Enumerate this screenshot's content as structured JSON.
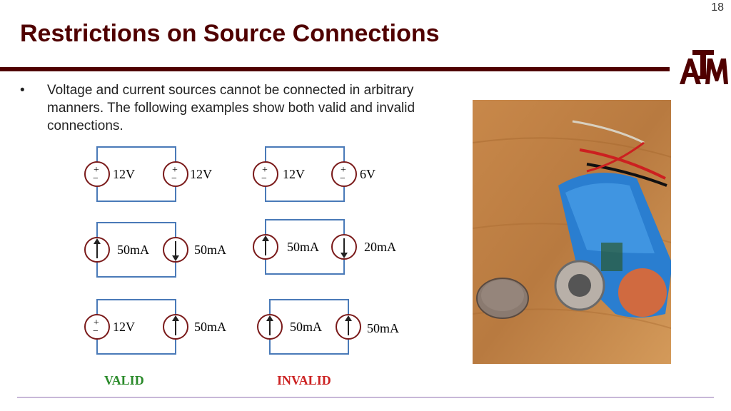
{
  "page_number": "18",
  "title": "Restrictions on Source Connections",
  "logo_text": "ATM",
  "bullet": {
    "marker": "•",
    "text": "Voltage and current sources cannot be connected in arbitrary manners.  The following examples show both valid and invalid connections."
  },
  "circuits": {
    "valid": [
      {
        "left": {
          "kind": "voltage",
          "label": "12V"
        },
        "right": {
          "kind": "voltage",
          "label": "12V"
        }
      },
      {
        "left": {
          "kind": "current-up",
          "label": "50mA"
        },
        "right": {
          "kind": "current-down",
          "label": "50mA"
        }
      },
      {
        "left": {
          "kind": "voltage",
          "label": "12V"
        },
        "right": {
          "kind": "current-up",
          "label": "50mA"
        }
      }
    ],
    "invalid": [
      {
        "left": {
          "kind": "voltage",
          "label": "12V"
        },
        "right": {
          "kind": "voltage",
          "label": "6V"
        }
      },
      {
        "left": {
          "kind": "current-up",
          "label": "50mA"
        },
        "right": {
          "kind": "current-down",
          "label": "20mA"
        }
      },
      {
        "left": {
          "kind": "current-up",
          "label": "50mA"
        },
        "right": {
          "kind": "current-up",
          "label": "50mA"
        }
      }
    ]
  },
  "labels": {
    "valid": "VALID",
    "invalid": "INVALID"
  },
  "colors": {
    "brand": "#500000",
    "valid": "#2a8a2a",
    "invalid": "#cc2222",
    "wire": "#4a7ab8",
    "source": "#7a1a1a"
  }
}
